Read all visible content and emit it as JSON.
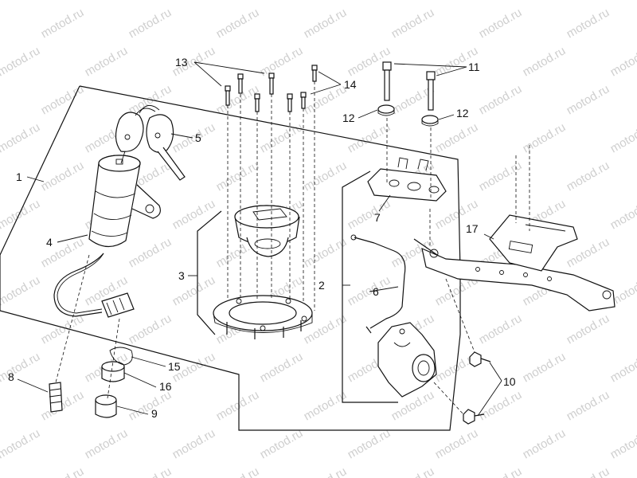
{
  "watermark": {
    "text": "motod.ru"
  },
  "callouts": [
    {
      "id": "1",
      "label": "1"
    },
    {
      "id": "2",
      "label": "2"
    },
    {
      "id": "3",
      "label": "3"
    },
    {
      "id": "4",
      "label": "4"
    },
    {
      "id": "5",
      "label": "5"
    },
    {
      "id": "6",
      "label": "6"
    },
    {
      "id": "7",
      "label": "7"
    },
    {
      "id": "8",
      "label": "8"
    },
    {
      "id": "9",
      "label": "9"
    },
    {
      "id": "10",
      "label": "10"
    },
    {
      "id": "11",
      "label": "11"
    },
    {
      "id": "12a",
      "label": "12"
    },
    {
      "id": "12b",
      "label": "12"
    },
    {
      "id": "13",
      "label": "13"
    },
    {
      "id": "14",
      "label": "14"
    },
    {
      "id": "15",
      "label": "15"
    },
    {
      "id": "16",
      "label": "16"
    },
    {
      "id": "17",
      "label": "17"
    }
  ]
}
